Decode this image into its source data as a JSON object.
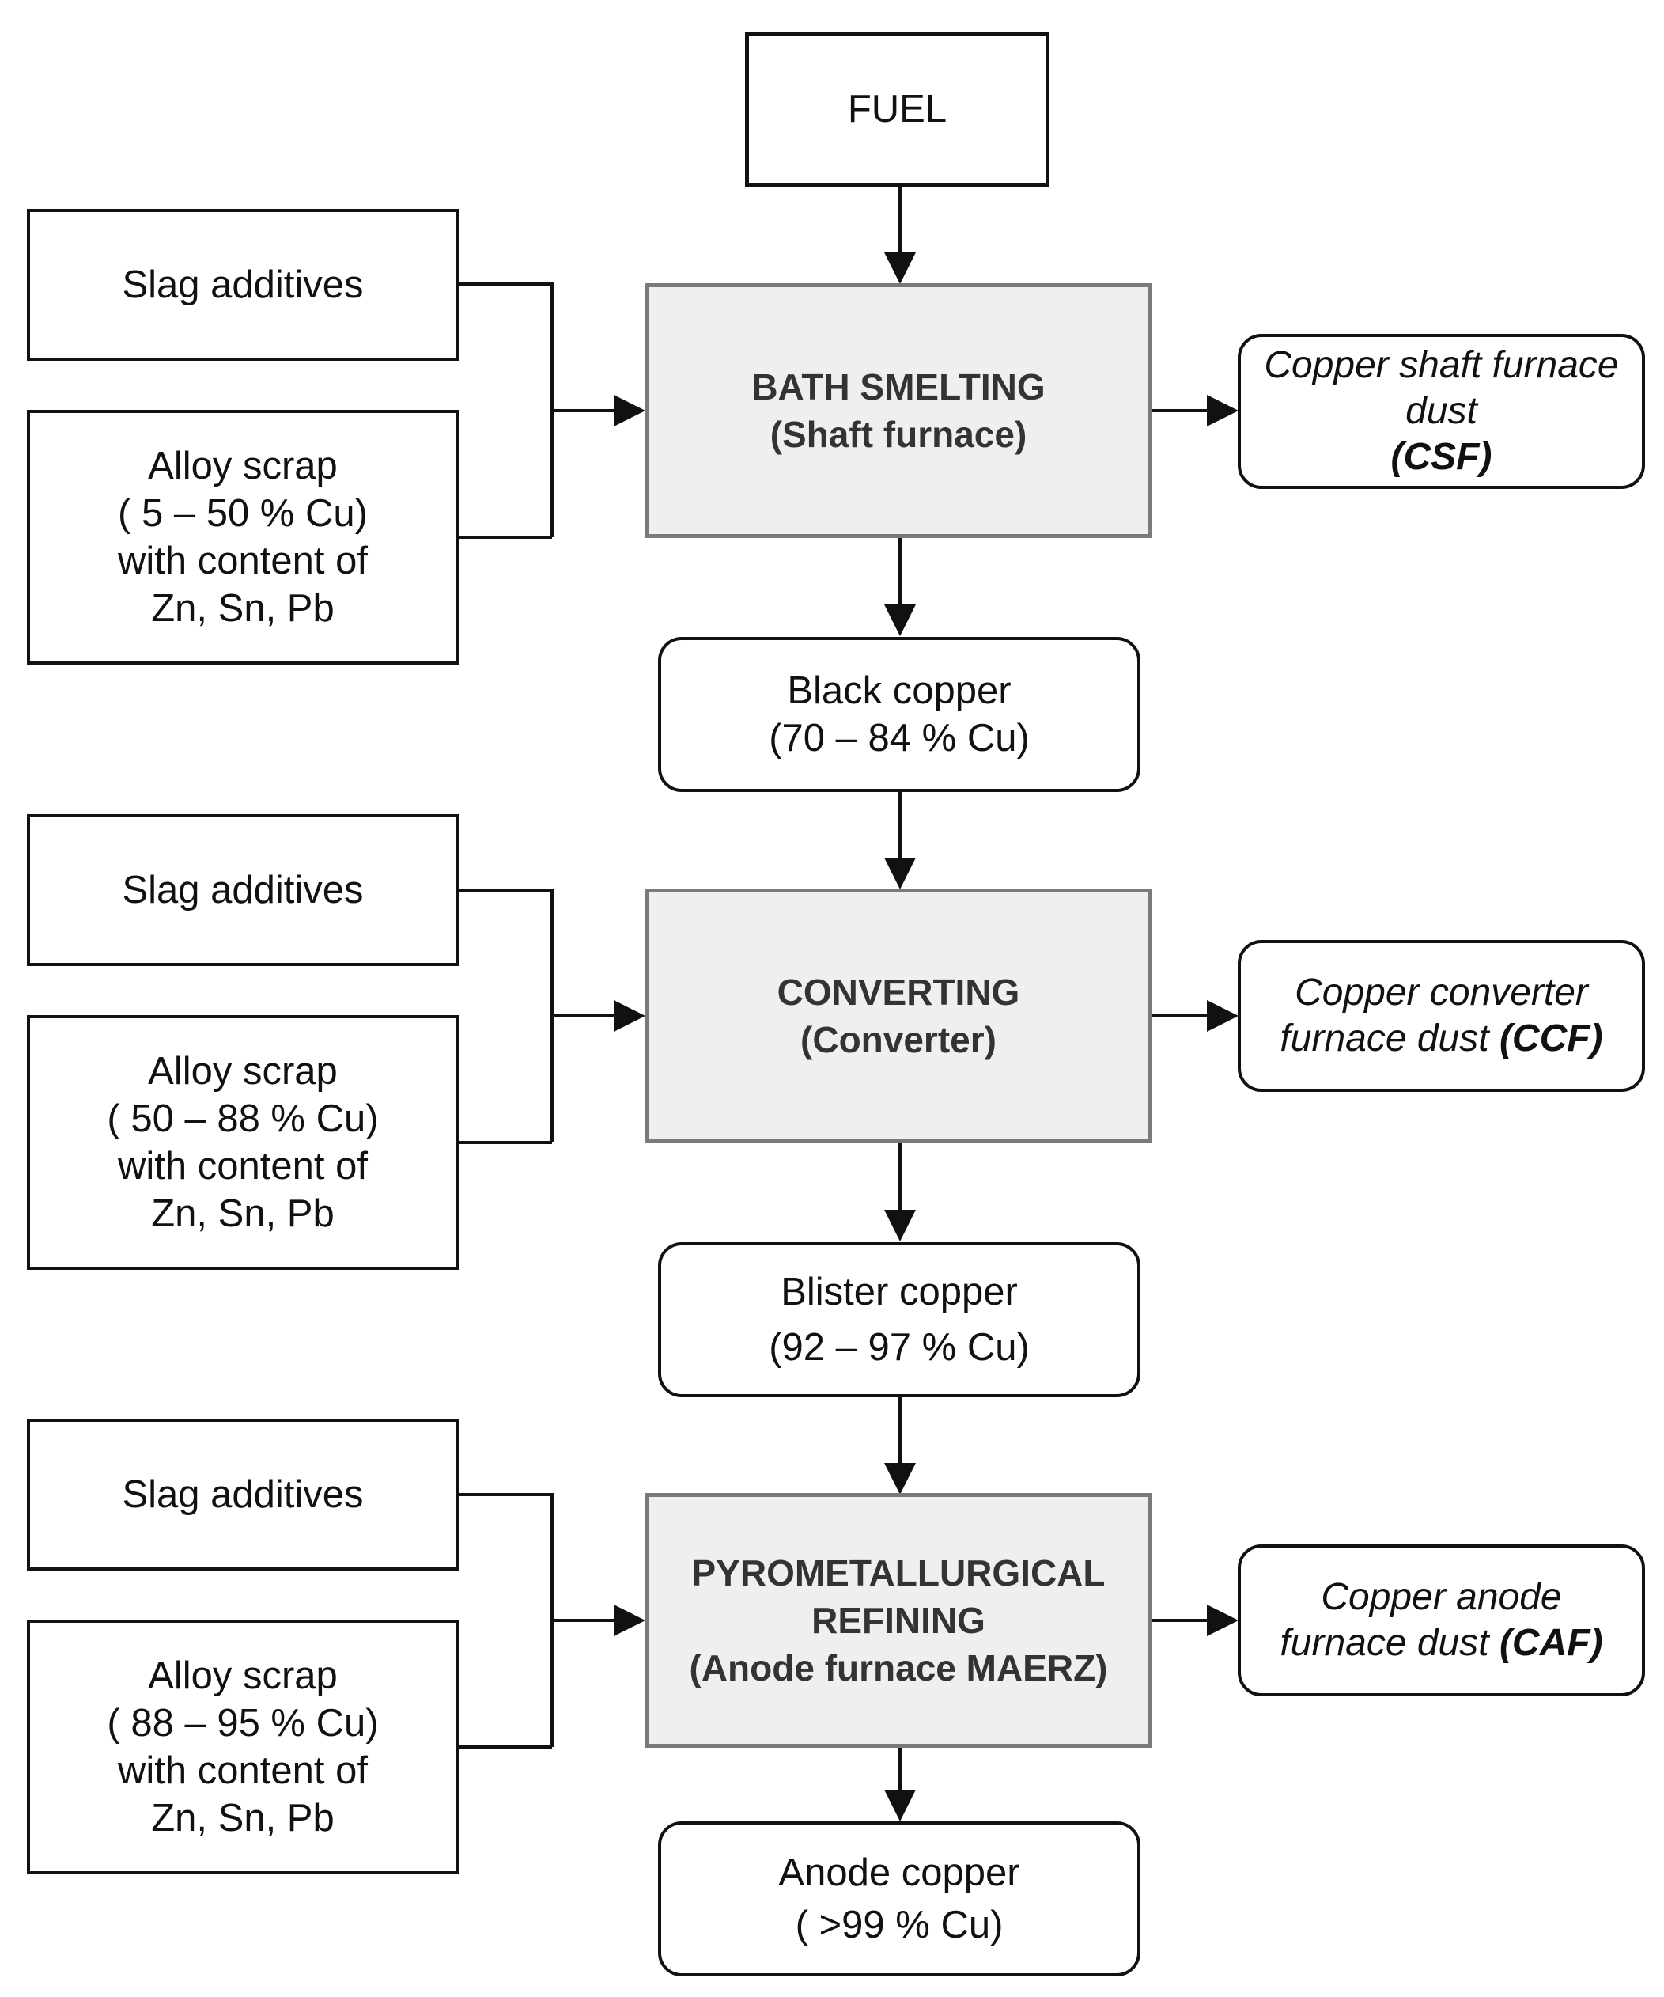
{
  "fuel": "FUEL",
  "stages": [
    {
      "process": [
        "BATH SMELTING",
        "(Shaft furnace)"
      ],
      "slag": "Slag additives",
      "scrap": [
        "Alloy scrap",
        "( 5 – 50 % Cu)",
        "with content of",
        "Zn, Sn, Pb"
      ],
      "product": [
        "Black copper",
        "(70 – 84 % Cu)"
      ],
      "dust": {
        "lines": [
          "Copper shaft furnace",
          "dust"
        ],
        "code": "(CSF)"
      }
    },
    {
      "process": [
        "CONVERTING",
        "(Converter)"
      ],
      "slag": "Slag additives",
      "scrap": [
        "Alloy scrap",
        "( 50 – 88 % Cu)",
        "with content of",
        "Zn, Sn, Pb"
      ],
      "product": [
        "Blister copper",
        "(92 – 97 % Cu)"
      ],
      "dust": {
        "lines": [
          "Copper converter",
          "furnace dust"
        ],
        "code": "(CCF)"
      }
    },
    {
      "process": [
        "PYROMETALLURGICAL",
        "REFINING",
        "(Anode furnace MAERZ)"
      ],
      "slag": "Slag additives",
      "scrap": [
        "Alloy scrap",
        "( 88 – 95 % Cu)",
        "with content of",
        "Zn, Sn, Pb"
      ],
      "product": [
        "Anode copper",
        "( >99 % Cu)"
      ],
      "dust": {
        "lines": [
          "Copper anode",
          "furnace dust"
        ],
        "code": "(CAF)"
      }
    }
  ]
}
